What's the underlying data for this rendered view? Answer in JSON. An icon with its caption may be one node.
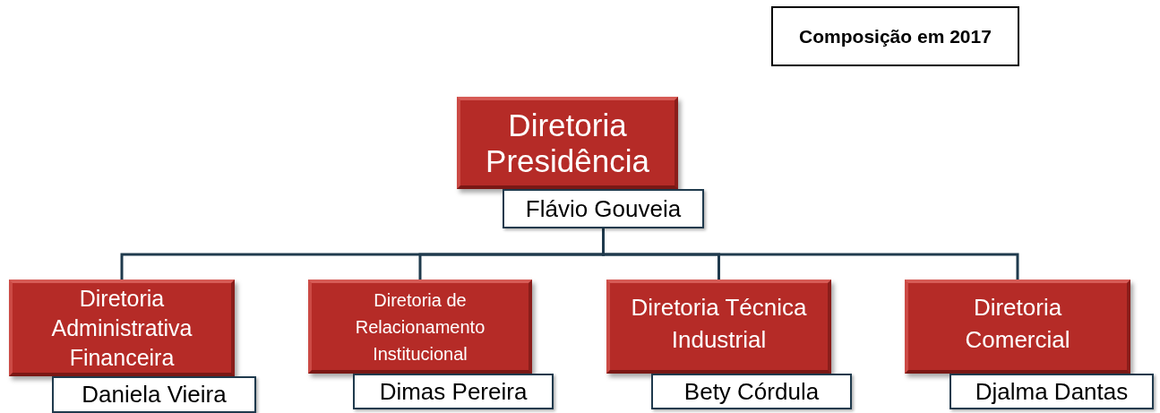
{
  "diagram": {
    "nodes": [
      {
        "text": [
          "Composição em 2017"
        ]
      },
      {
        "text": [
          "Diretoria Presidência"
        ]
      },
      {
        "text": [
          "Flávio Gouveia"
        ]
      },
      {
        "text": [
          "Diretoria Administrativa Financeira"
        ]
      },
      {
        "text": [
          "Daniela Vieira"
        ]
      },
      {
        "text": [
          "Diretoria de Relacionamento Institucional"
        ]
      },
      {
        "text": [
          "Dimas Pereira"
        ]
      },
      {
        "text": [
          "Diretoria Técnica Industrial"
        ]
      },
      {
        "text": [
          "Bety Córdula"
        ]
      },
      {
        "text": [
          "Diretoria Comercial"
        ]
      },
      {
        "text": [
          "Djalma Dantas"
        ]
      }
    ],
    "edges": [
      {
        "from": 2,
        "to": 3,
        "arrow": "none"
      },
      {
        "from": 2,
        "to": 5,
        "arrow": "none"
      },
      {
        "from": 2,
        "to": 7,
        "arrow": "none"
      },
      {
        "from": 2,
        "to": 9,
        "arrow": "none"
      }
    ]
  }
}
